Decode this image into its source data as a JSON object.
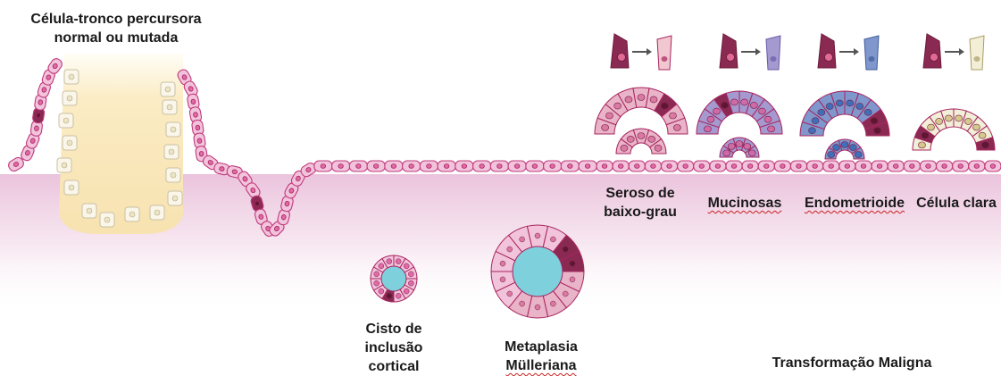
{
  "labels": {
    "stem_cell_line1": "Célula-tronco percursora",
    "stem_cell_line2": "normal ou mutada",
    "serous_line1": "Seroso de",
    "serous_line2": "baixo-grau",
    "mucinous": "Mucinosas",
    "endometrioid": "Endometrioide",
    "clear_cell": "Célula clara",
    "cyst_line1": "Cisto de",
    "cyst_line2": "inclusão",
    "cyst_line3": "cortical",
    "metaplasia_line1": "Metaplasia",
    "metaplasia_line2": "Mülleriana",
    "malignant": "Transformação Maligna"
  },
  "colors": {
    "epithelium_pink": "#f2c4dc",
    "epithelium_border": "#c23b7e",
    "nucleus": "#e06aa6",
    "mutant_cell": "#8a2a52",
    "crypt_fill": "#f9e8bc",
    "cyst_lumen": "#7dd0dc",
    "mucinous_purple": "#a49ad0",
    "endometrioid_blue": "#7f97cc",
    "clear_cell_cream": "#f2efd8",
    "stroma": "#f6e0ee"
  }
}
